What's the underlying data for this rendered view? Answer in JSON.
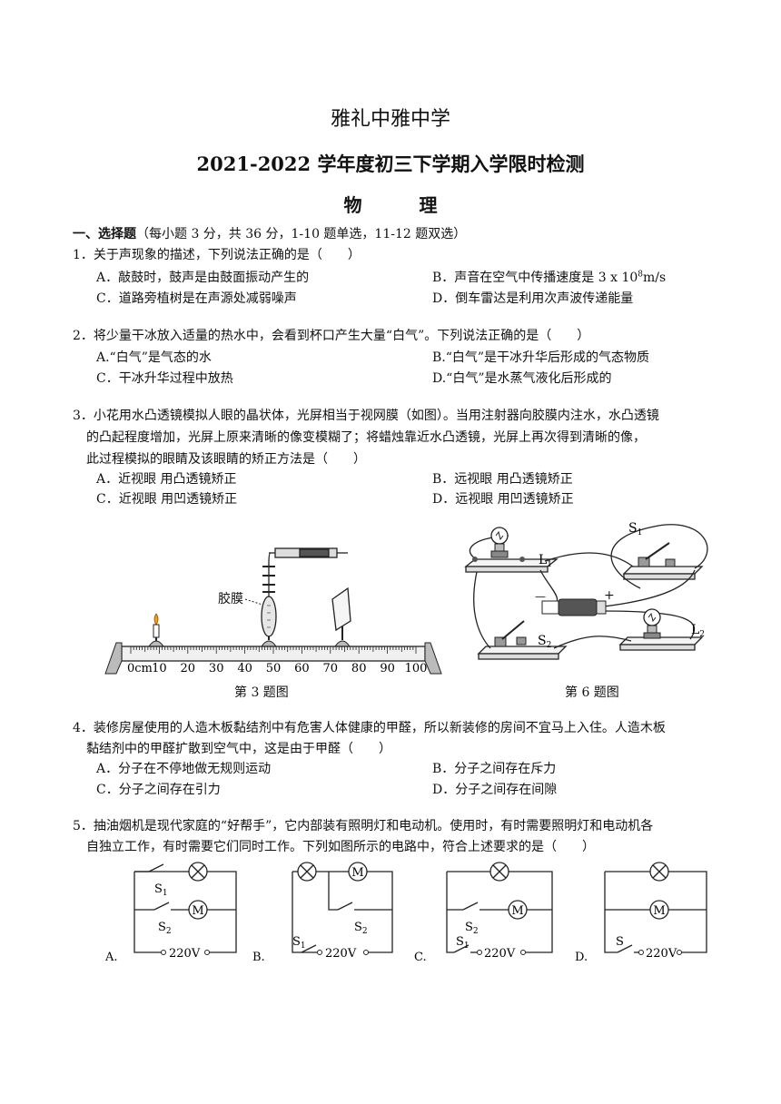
{
  "header": {
    "school": "雅礼中雅中学",
    "exam": "2021-2022 学年度初三下学期入学限时检测",
    "subject": "物 理"
  },
  "section1": {
    "title": "一、选择题",
    "note": "（每小题 3 分，共 36 分，1-10 题单选，11-12 题双选）"
  },
  "q1": {
    "text": "1．关于声现象的描述，下列说法正确的是（　　）",
    "A": "A．敲鼓时，鼓声是由鼓面振动产生的",
    "B_pre": "B．声音在空气中传播速度是 3 x 10",
    "B_sup": "8",
    "B_post": "m/s",
    "C": "C．道路旁植树是在声源处减弱噪声",
    "D": "D．倒车雷达是利用次声波传递能量"
  },
  "q2": {
    "text": "2．将少量干冰放入适量的热水中，会看到杯口产生大量“白气”。下列说法正确的是（　　）",
    "A": "A.“白气”是气态的水",
    "B": "B.“白气”是干冰升华后形成的气态物质",
    "C": "C．干冰升华过程中放热",
    "D": "D.“白气”是水蒸气液化后形成的"
  },
  "q3": {
    "line1": "3．小花用水凸透镜模拟人眼的晶状体，光屏相当于视网膜（如图）。当用注射器向胶膜内注水，水凸透镜",
    "line2": "的凸起程度增加，光屏上原来清晰的像变模糊了；将蜡烛靠近水凸透镜，光屏上再次得到清晰的像，",
    "line3": "此过程模拟的眼睛及该眼睛的矫正方法是（　　）",
    "A": "A．近视眼  用凸透镜矫正",
    "B": "B．远视眼  用凸透镜矫正",
    "C": "C．近视眼  用凹透镜矫正",
    "D": "D．远视眼  用凹透镜矫正"
  },
  "fig3": {
    "label": "胶膜",
    "ticks": [
      "0cm",
      "10",
      "20",
      "30",
      "40",
      "50",
      "60",
      "70",
      "80",
      "90",
      "100"
    ],
    "caption": "第 3 题图"
  },
  "fig6": {
    "L1": "L",
    "L1_sub": "1",
    "L2": "L",
    "L2_sub": "2",
    "S1": "S",
    "S1_sub": "1",
    "S2": "S",
    "S2_sub": "2",
    "caption": "第 6 题图"
  },
  "q4": {
    "line1": "4．装修房屋使用的人造木板黏结剂中有危害人体健康的甲醛，所以新装修的房间不宜马上入住。人造木板",
    "line2": "黏结剂中的甲醛扩散到空气中，这是由于甲醛（　　）",
    "A": "A．分子在不停地做无规则运动",
    "B": "B．分子之间存在斥力",
    "C": "C．分子之间存在引力",
    "D": "D．分子之间存在间隙"
  },
  "q5": {
    "line1": "5．抽油烟机是现代家庭的“好帮手”，它内部装有照明灯和电动机。使用时，有时需要照明灯和电动机各",
    "line2": "自独立工作，有时需要它们同时工作。下列如图所示的电路中，符合上述要求的是（　　）"
  },
  "q5_circuits": {
    "A_label": "A.",
    "B_label": "B.",
    "C_label": "C.",
    "D_label": "D.",
    "voltage": "220V",
    "S": "S",
    "sub1": "1",
    "sub2": "2",
    "M": "M"
  }
}
